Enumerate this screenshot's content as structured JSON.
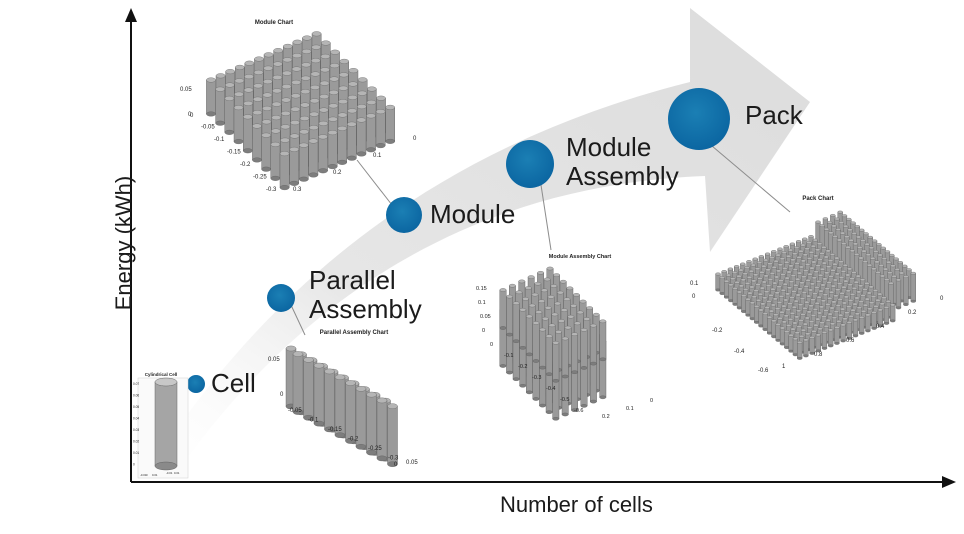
{
  "axes": {
    "y_label": "Energy (kWh)",
    "x_label": "Number of cells"
  },
  "stages": [
    {
      "key": "cell",
      "label": "Cell"
    },
    {
      "key": "parallel",
      "label": "Parallel\nAssembly"
    },
    {
      "key": "module",
      "label": "Module"
    },
    {
      "key": "module-assembly",
      "label": "Module\nAssembly"
    },
    {
      "key": "pack",
      "label": "Pack"
    }
  ],
  "insets": {
    "cell": {
      "title": "Cylindrical Cell",
      "z_ticks": [
        "0.07",
        "0.06",
        "0.05",
        "0.04",
        "0.03",
        "0.02",
        "0.01",
        "0"
      ],
      "x_ticks": [
        "-0.01",
        "0",
        "0.01"
      ],
      "y_ticks": [
        "-0.01",
        "0.01"
      ]
    },
    "parallel": {
      "title": "Parallel Assembly Chart",
      "z_ticks": [
        "0.05",
        "0"
      ],
      "x_ticks": [
        "-0.05",
        "-0.1",
        "-0.15",
        "-0.2",
        "-0.25",
        "-0.3"
      ],
      "y_ticks": [
        "0",
        "0.05"
      ]
    },
    "module": {
      "title": "Module Chart",
      "z_ticks": [
        "0.05",
        "0"
      ],
      "x_ticks": [
        "0",
        "-0.05",
        "-0.1",
        "-0.15",
        "-0.2",
        "-0.25",
        "-0.3"
      ],
      "y_ticks": [
        "0",
        "0.1",
        "0.2",
        "0.3"
      ]
    },
    "module_assembly": {
      "title": "Module Assembly Chart",
      "z_ticks": [
        "0.15",
        "0.1",
        "0.05",
        "0"
      ],
      "x_ticks": [
        "0",
        "-0.1",
        "-0.2",
        "-0.3",
        "-0.4",
        "-0.5",
        "-0.6"
      ],
      "y_ticks": [
        "0",
        "0.1",
        "0.2"
      ]
    },
    "pack": {
      "title": "Pack Chart",
      "z_ticks": [
        "0.1",
        "0"
      ],
      "x_ticks": [
        "0",
        "-0.2",
        "-0.4",
        "-0.6"
      ],
      "y_ticks": [
        "1",
        "0.8",
        "0.6",
        "0.4",
        "0.2",
        "0"
      ]
    }
  }
}
